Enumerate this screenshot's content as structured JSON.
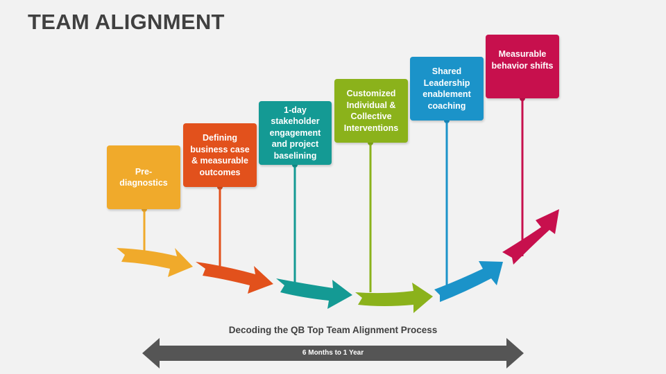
{
  "title": "TEAM ALIGNMENT",
  "steps": [
    {
      "label": "Pre-\ndiagnostics",
      "color": "#F0AA2B"
    },
    {
      "label": "Defining\nbusiness case\n& measurable\noutcomes",
      "color": "#E2511C"
    },
    {
      "label": "1-day\nstakeholder\nengagement\nand project\nbaselining",
      "color": "#149A94"
    },
    {
      "label": "Customized\nIndividual &\nCollective\nInterventions",
      "color": "#8BB21B"
    },
    {
      "label": "Shared\nLeadership\nenablement\ncoaching",
      "color": "#1B93C9"
    },
    {
      "label": "Measurable\nbehavior shifts",
      "color": "#C7104D"
    }
  ],
  "caption": "Decoding the QB Top Team Alignment Process",
  "duration": {
    "label": "6 Months to 1 Year",
    "color": "#555555"
  }
}
